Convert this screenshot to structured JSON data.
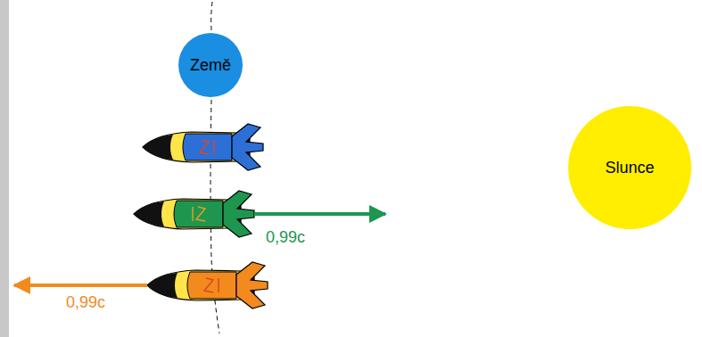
{
  "diagram": {
    "nodes": [
      {
        "text": [
          "Země"
        ]
      },
      {
        "text": [
          "Slunce"
        ]
      }
    ],
    "labels": [
      "0,99c",
      "0,99c"
    ]
  }
}
